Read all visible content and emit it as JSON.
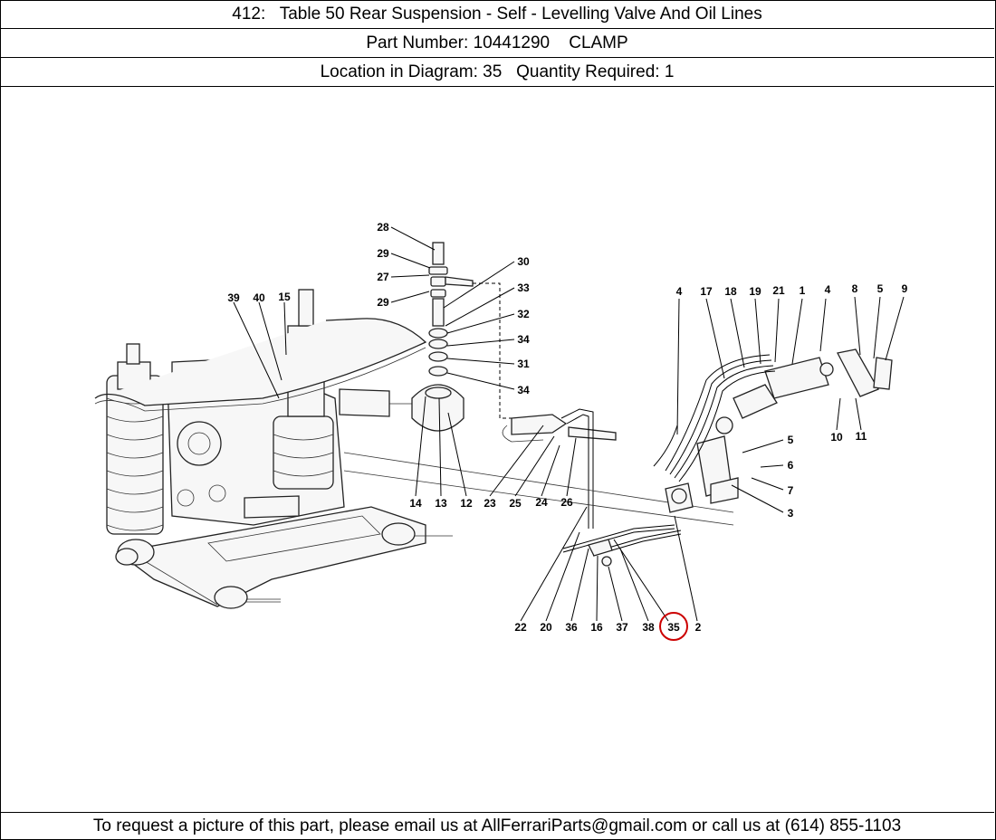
{
  "header": {
    "title": "412:   Table 50 Rear Suspension - Self - Levelling Valve And Oil Lines",
    "part_number": "Part Number: 10441290    CLAMP",
    "location": "Location in Diagram: 35   Quantity Required: 1"
  },
  "diagram": {
    "highlight_color": "#cc0000",
    "highlighted_callout": "35",
    "callouts": [
      "28",
      "29",
      "27",
      "29",
      "30",
      "33",
      "32",
      "34",
      "31",
      "34",
      "39",
      "40",
      "15",
      "14",
      "13",
      "12",
      "23",
      "25",
      "24",
      "26",
      "4",
      "17",
      "18",
      "19",
      "21",
      "1",
      "4",
      "8",
      "5",
      "9",
      "5",
      "6",
      "7",
      "3",
      "10",
      "11",
      "22",
      "20",
      "36",
      "16",
      "37",
      "38",
      "35",
      "2"
    ]
  },
  "footer": {
    "text": "To request a picture of this part, please email us at AllFerrariParts@gmail.com or call us at (614) 855-1103"
  }
}
